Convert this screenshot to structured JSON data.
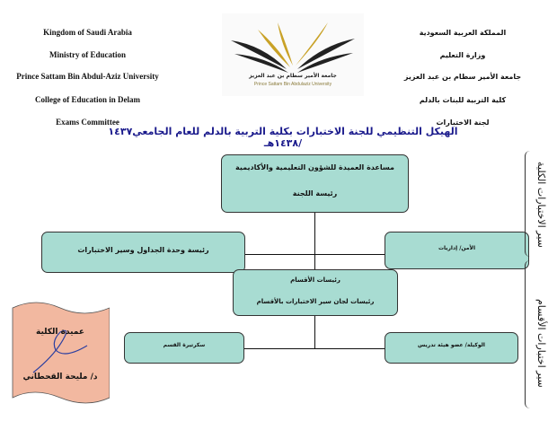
{
  "header_en": [
    "Kingdom of Saudi Arabia",
    "Ministry of Education",
    "Prince Sattam Bin Abdul-Aziz University",
    "College of Education in Delam",
    "Exams Committee"
  ],
  "header_ar": [
    "المملكة العربية السعودية",
    "وزارة التعليم",
    "جامعة الأمير سطام بن عبد العزيز",
    "كلية التربية للبنات بالدلم",
    "لجنة الاختبارات"
  ],
  "logo": {
    "ar": "جامعة الأمير سطام بن عبد العزيز",
    "en": "Prince Sattam Bin Abdulaziz University"
  },
  "title": "الهيكل التنظيمي للجنة الاختبارات بكلية التربية بالدلم للعام الجامعي١٤٣٧ /١٤٣٨هـ",
  "chart": {
    "top": {
      "line1": "مساعدة العميدة للشؤون التعليمية والأكاديمية",
      "line2": "رئيسة اللجنة"
    },
    "left_mid": "رئيسة وحدة الجداول وسير الاختبارات",
    "right_mid": "الأمن/ إداريات",
    "center": {
      "line1": "رئيسات الأقسام",
      "line2": "رئيسات لجان سير الاختبارات بالأقسام"
    },
    "left_bottom": "سكرتيرة القسم",
    "right_bottom": "الوكيلة/ عضو هيئة تدريس"
  },
  "side_labels": [
    "سير الاختبارات الكلية",
    "سير اختبارات الأقسام"
  ],
  "stamp": {
    "title": "عميدة الكلية",
    "name": "د/ مليحة القحطاني"
  }
}
